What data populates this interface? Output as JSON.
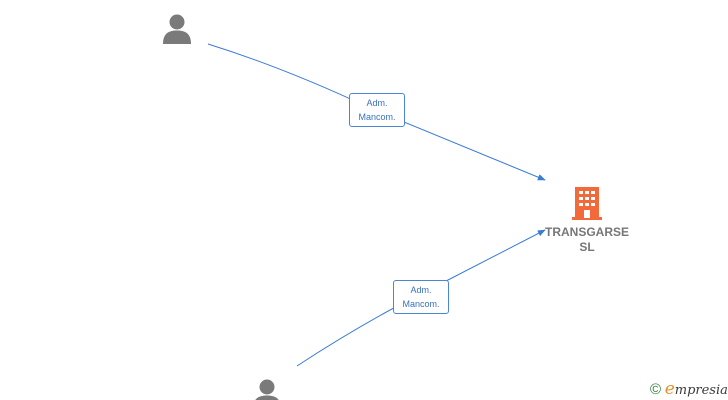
{
  "edges": [
    {
      "label_line1": "Adm.",
      "label_line2": "Mancom."
    },
    {
      "label_line1": "Adm.",
      "label_line2": "Mancom."
    }
  ],
  "company": {
    "name_line1": "TRANSGARSE",
    "name_line2": "SL",
    "icon": "building-icon",
    "color": "#f26a3a"
  },
  "persons": [
    {
      "icon": "person-icon"
    },
    {
      "icon": "person-icon"
    }
  ],
  "colors": {
    "edge": "#3a7bd5",
    "person": "#7a7a7a",
    "label_text": "#3a72be"
  },
  "brand": {
    "copyright": "©",
    "initial": "e",
    "rest": "mpresia"
  }
}
